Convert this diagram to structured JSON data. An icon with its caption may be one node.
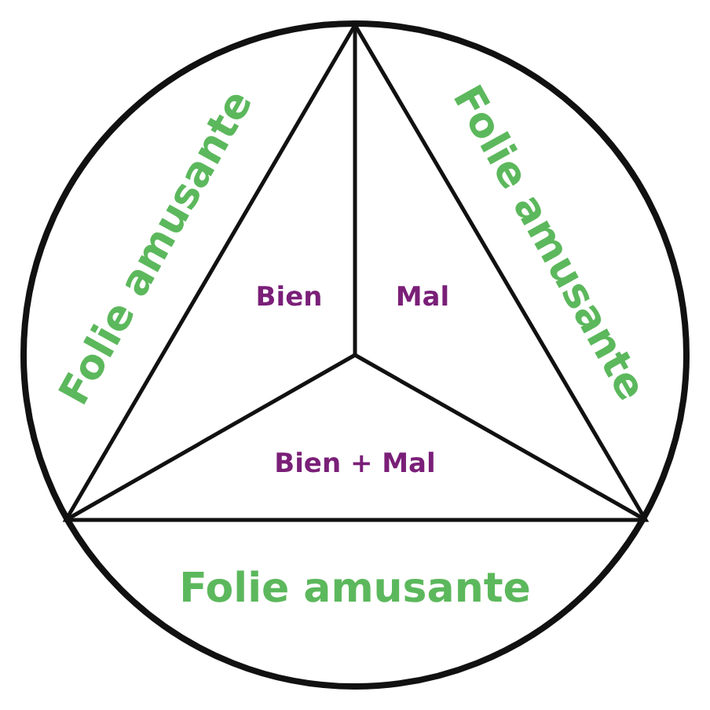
{
  "diagram": {
    "labels": [
      "Folie amusante",
      "Folie amusante",
      "Bien",
      "Mal",
      "Bien + Mal",
      "Folie amusante"
    ]
  }
}
